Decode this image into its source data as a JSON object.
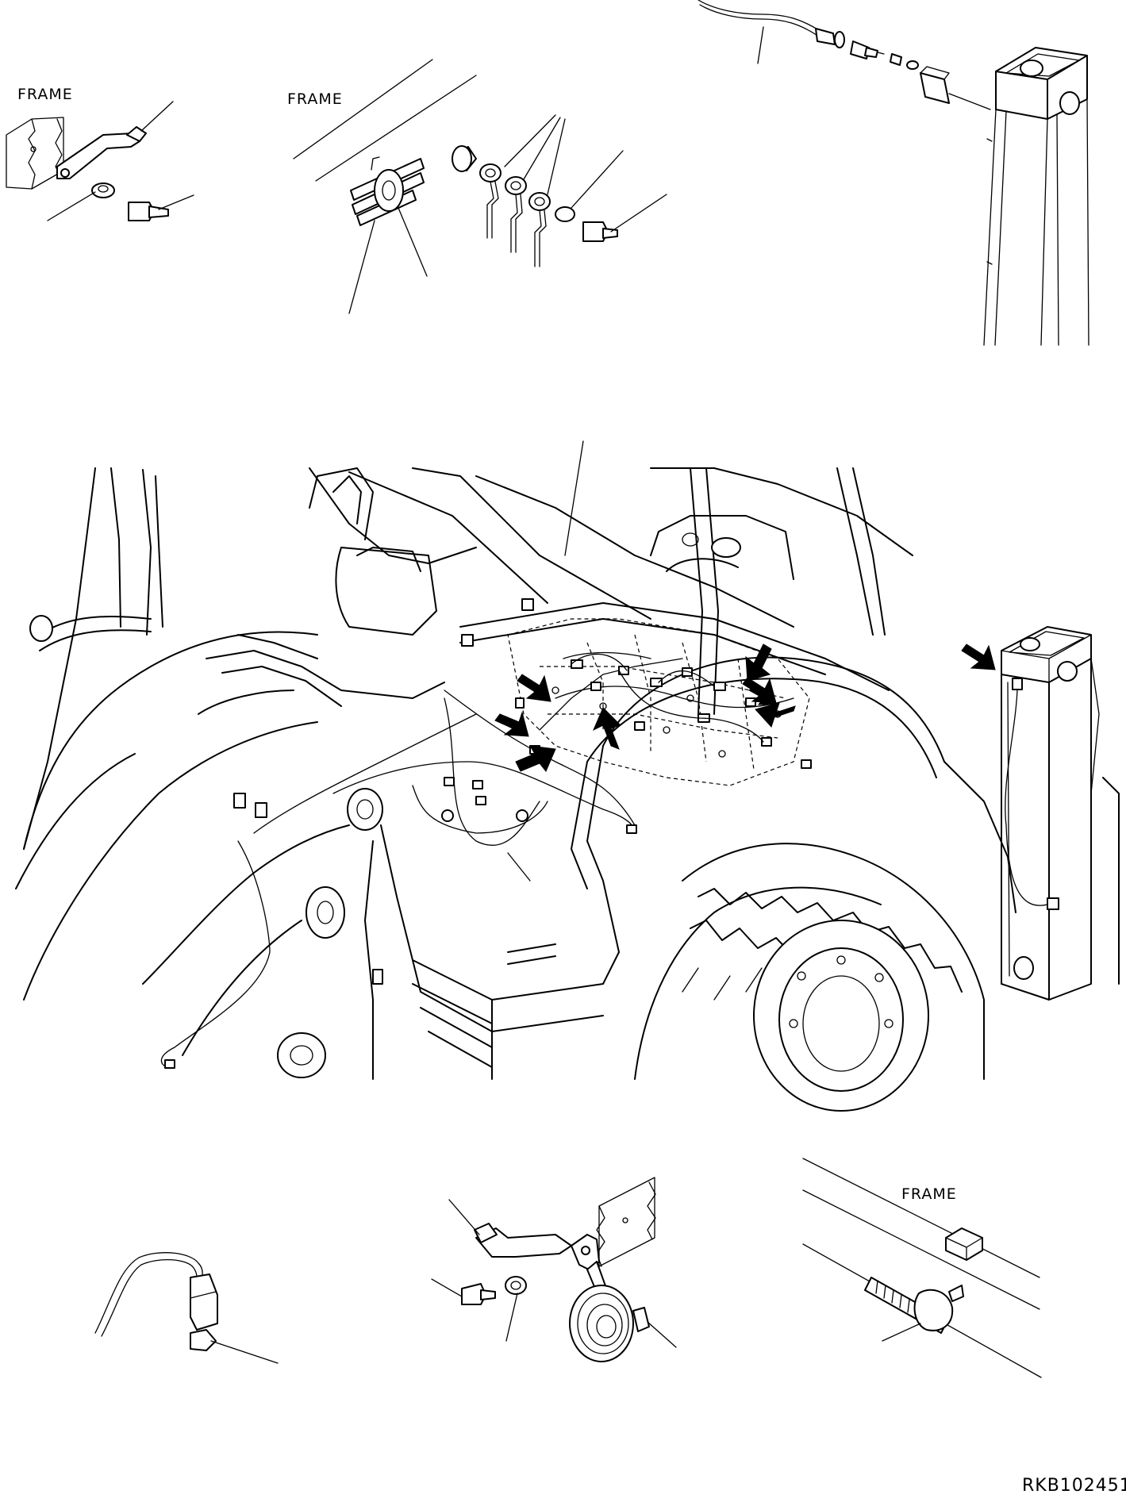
{
  "labels": {
    "frame_top_left": "FRAME",
    "frame_top_middle": "FRAME",
    "frame_bottom_right": "FRAME",
    "reference_code": "RKB102451"
  }
}
